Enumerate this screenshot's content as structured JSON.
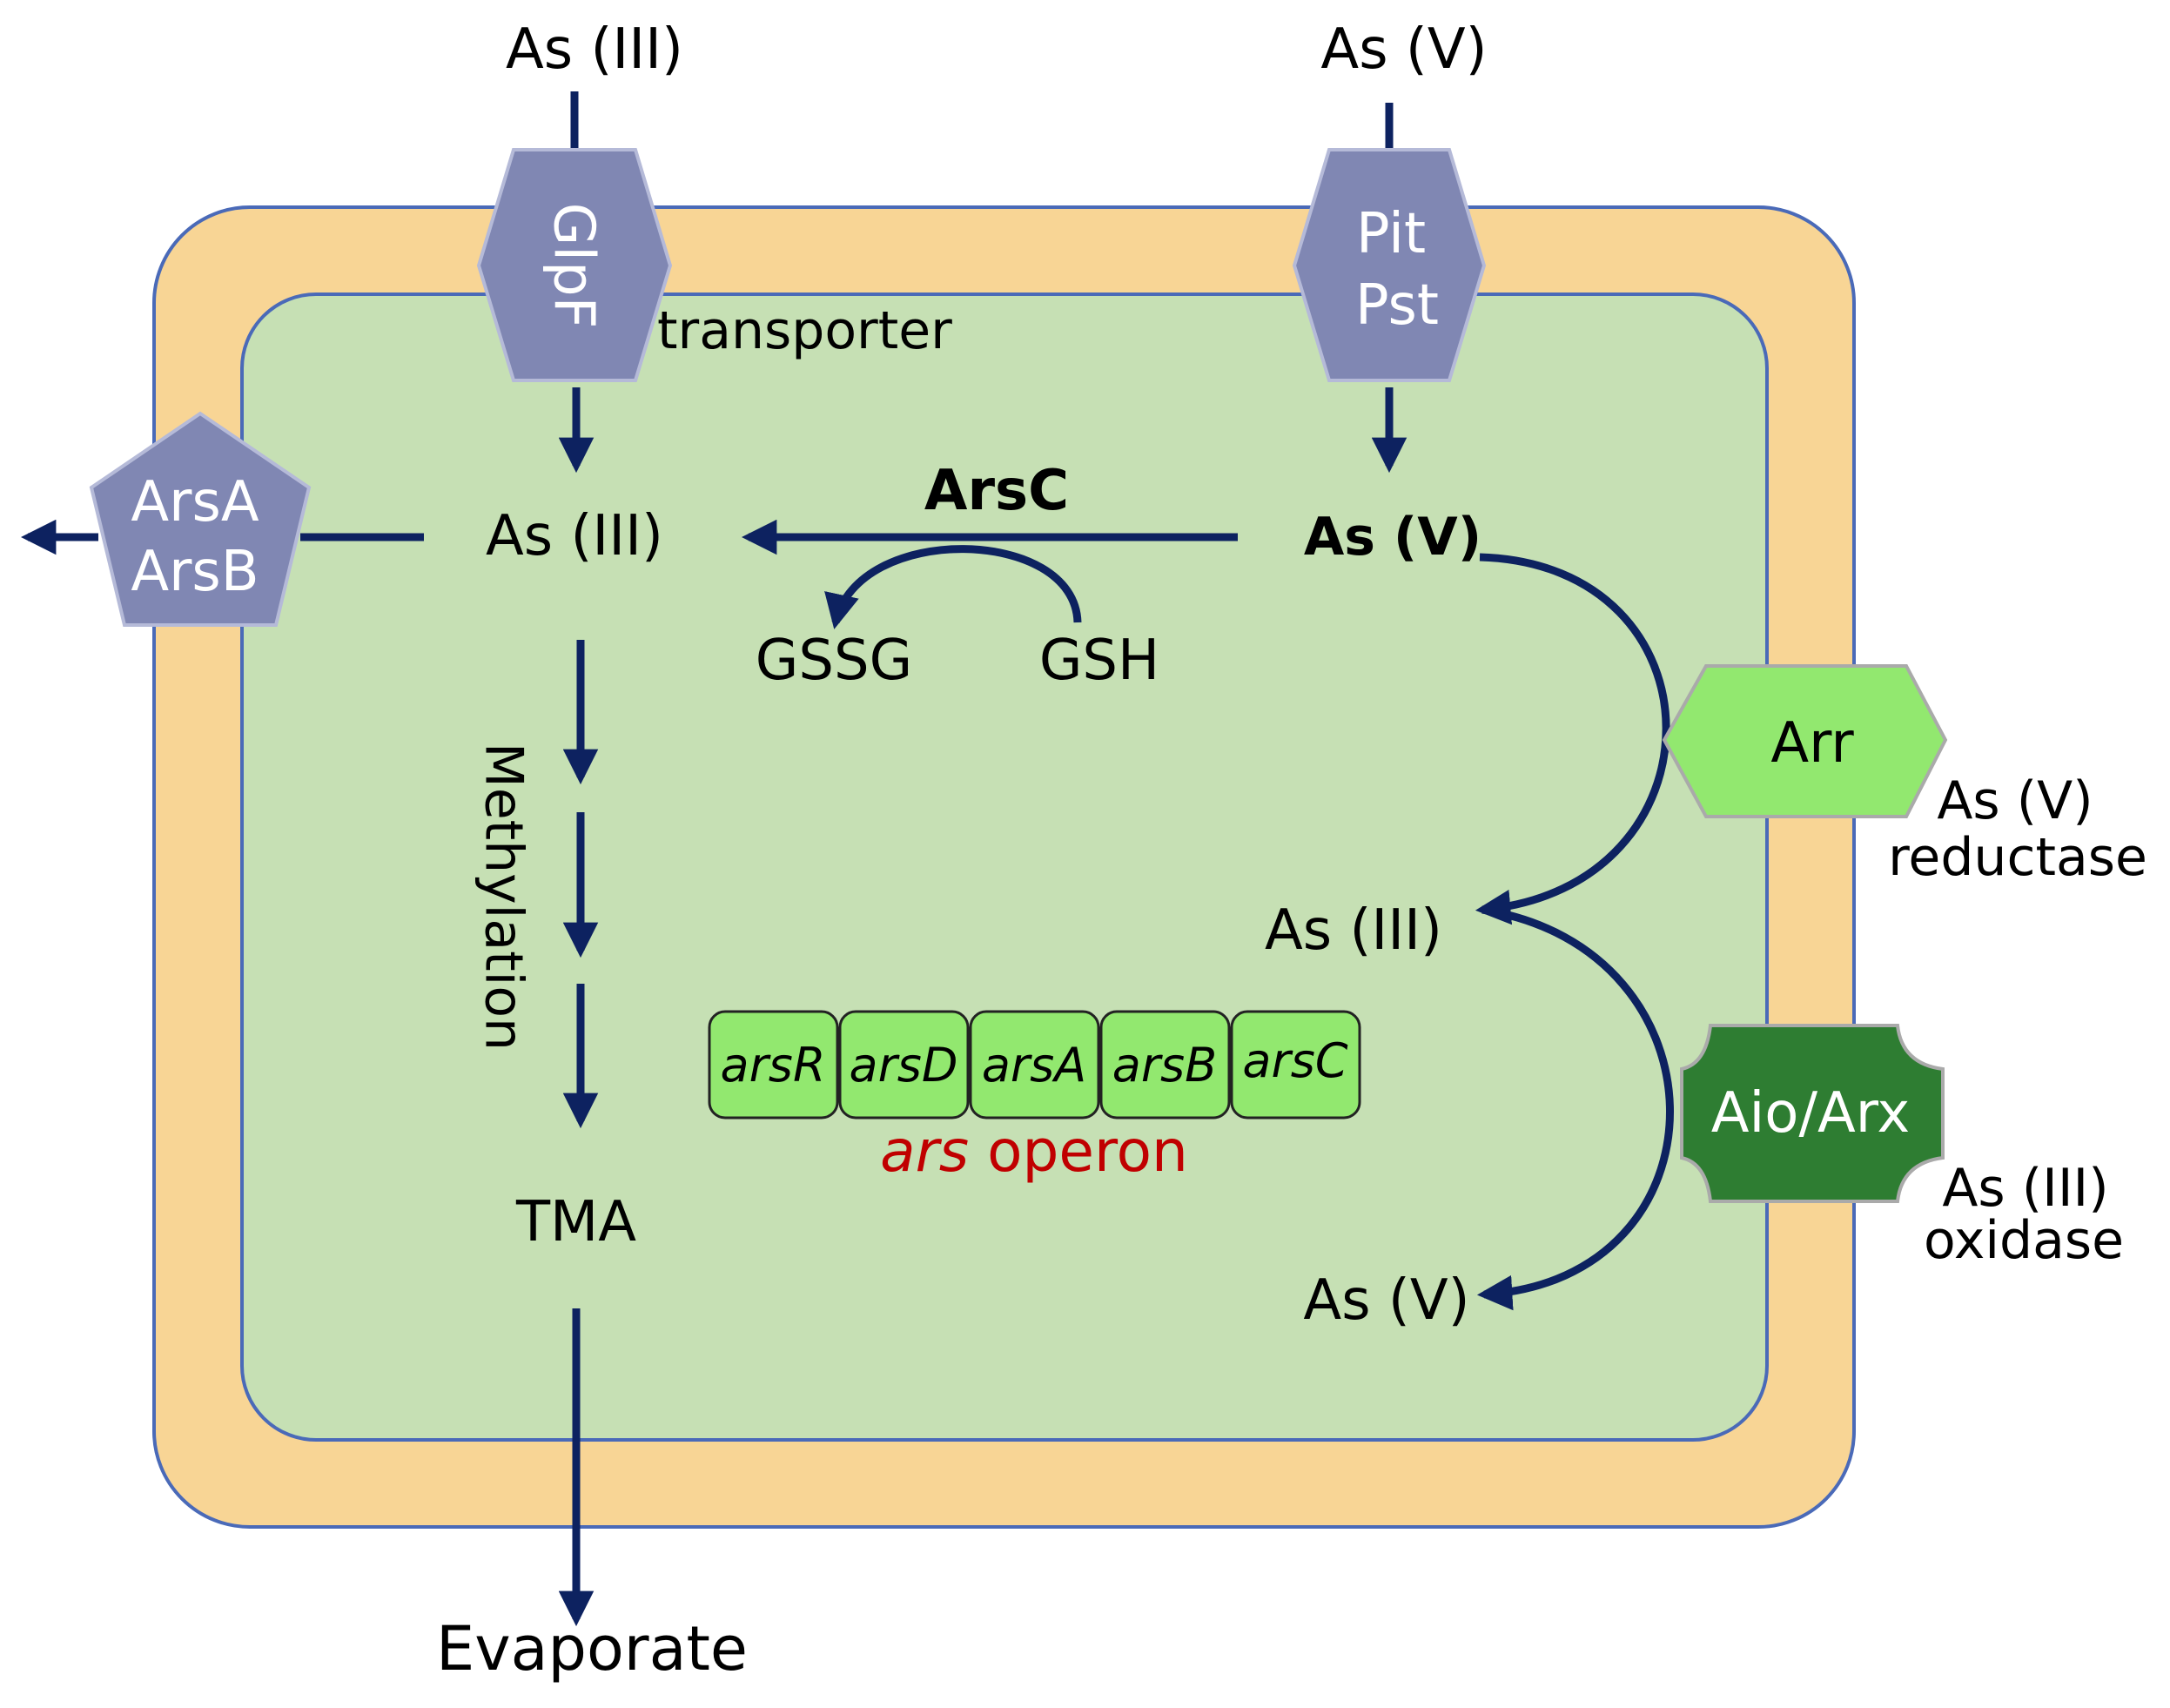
{
  "colors": {
    "outer_membrane": "#f8d595",
    "cytoplasm": "#c6e0b4",
    "border": "#4a6ab8",
    "arrow": "#0d2260",
    "transporter": "#8087b3",
    "arr_protein": "#92e86f",
    "aio_protein": "#2e7d32",
    "gene_fill": "#92e86f",
    "operon_text": "#c00000"
  },
  "labels": {
    "as3_top": "As (III)",
    "as5_top": "As (V)",
    "glpf": "GlpF",
    "pit": "Pit",
    "pst": "Pst",
    "transporter": "transporter",
    "arsa": "ArsA",
    "arsb": "ArsB",
    "as3_inner": "As (III)",
    "as5_inner": "As (V)",
    "arsc": "ArsC",
    "gssg": "GSSG",
    "gsh": "GSH",
    "methylation": "Methylation",
    "tma": "TMA",
    "evaporate": "Evaporate",
    "arr": "Arr",
    "as5_reductase_line1": "As (V)",
    "as5_reductase_line2": "reductase",
    "as3_right": "As (III)",
    "as5_right": "As (V)",
    "aio": "Aio/Arx",
    "as3_oxidase_line1": "As (III)",
    "as3_oxidase_line2": "oxidase",
    "operon_italic": "ars",
    "operon_rest": " operon"
  },
  "operon_genes": [
    "arsR",
    "arsD",
    "arsA",
    "arsB",
    "arsC"
  ]
}
